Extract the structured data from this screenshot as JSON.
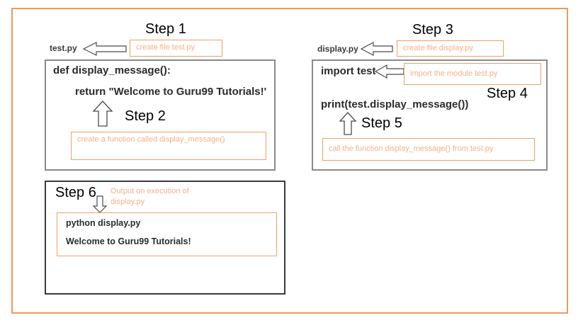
{
  "figure": {
    "title": "Python modules import example - test.py and display.py",
    "frame_color": "#ED9A5C",
    "note_color": "#F5B08A",
    "code_color": "#2B2B2B",
    "box_border_color": "#58585A"
  },
  "steps": [
    {
      "id": 1,
      "label": "Step 1"
    },
    {
      "id": 2,
      "label": "Step 2"
    },
    {
      "id": 3,
      "label": "Step 3"
    },
    {
      "id": 4,
      "label": "Step 4"
    },
    {
      "id": 5,
      "label": "Step 5"
    },
    {
      "id": 6,
      "label": "Step 6"
    }
  ],
  "left_panel": {
    "file_label": "test.py",
    "note_create_file": "create file test.py",
    "code_lines": [
      "def display_message():",
      "return \"Welcome to Guru99  Tutorials!'"
    ],
    "note_function": "create  a function called display_message()"
  },
  "right_panel": {
    "file_label": "display.py",
    "note_create_file": "create file display.py",
    "code_lines": [
      "import test",
      "print(test.display_message())"
    ],
    "note_import": "import the module test.py",
    "note_call": "call the function display_message() from test.py"
  },
  "bottom_panel": {
    "note_output_line1": "Output on execution of",
    "note_output_line2": "display.py",
    "output_lines": [
      "python display.py",
      "Welcome to Guru99 Tutorials!"
    ]
  },
  "icons": {
    "arrow_left": "arrow-left-icon",
    "arrow_up": "arrow-up-icon",
    "arrow_down": "arrow-down-icon"
  }
}
